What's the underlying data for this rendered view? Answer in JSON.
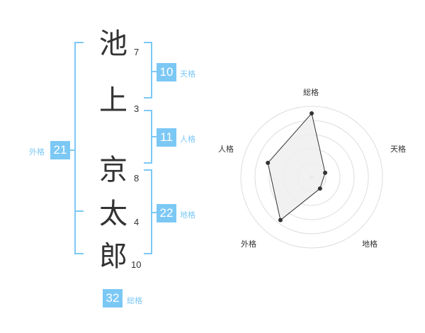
{
  "name": {
    "chars": [
      {
        "char": "池",
        "strokes": "7"
      },
      {
        "char": "上",
        "strokes": "3"
      },
      {
        "char": "京",
        "strokes": "8"
      },
      {
        "char": "太",
        "strokes": "4"
      },
      {
        "char": "郎",
        "strokes": "10"
      }
    ]
  },
  "fortunes": {
    "tenkaku": {
      "value": "10",
      "label": "天格"
    },
    "jinkaku": {
      "value": "11",
      "label": "人格"
    },
    "chikaku": {
      "value": "22",
      "label": "地格"
    },
    "gaikaku": {
      "value": "21",
      "label": "外格"
    },
    "soukaku": {
      "value": "32",
      "label": "総格"
    }
  },
  "colors": {
    "accent": "#7cc8f5",
    "text": "#333333",
    "radar_fill": "#eeeeee"
  },
  "chart_data": {
    "type": "radar",
    "axes": [
      "総格",
      "天格",
      "地格",
      "外格",
      "人格"
    ],
    "values": [
      0.9,
      0.2,
      0.2,
      0.75,
      0.65
    ],
    "rings": 5,
    "range": [
      0,
      1
    ]
  }
}
